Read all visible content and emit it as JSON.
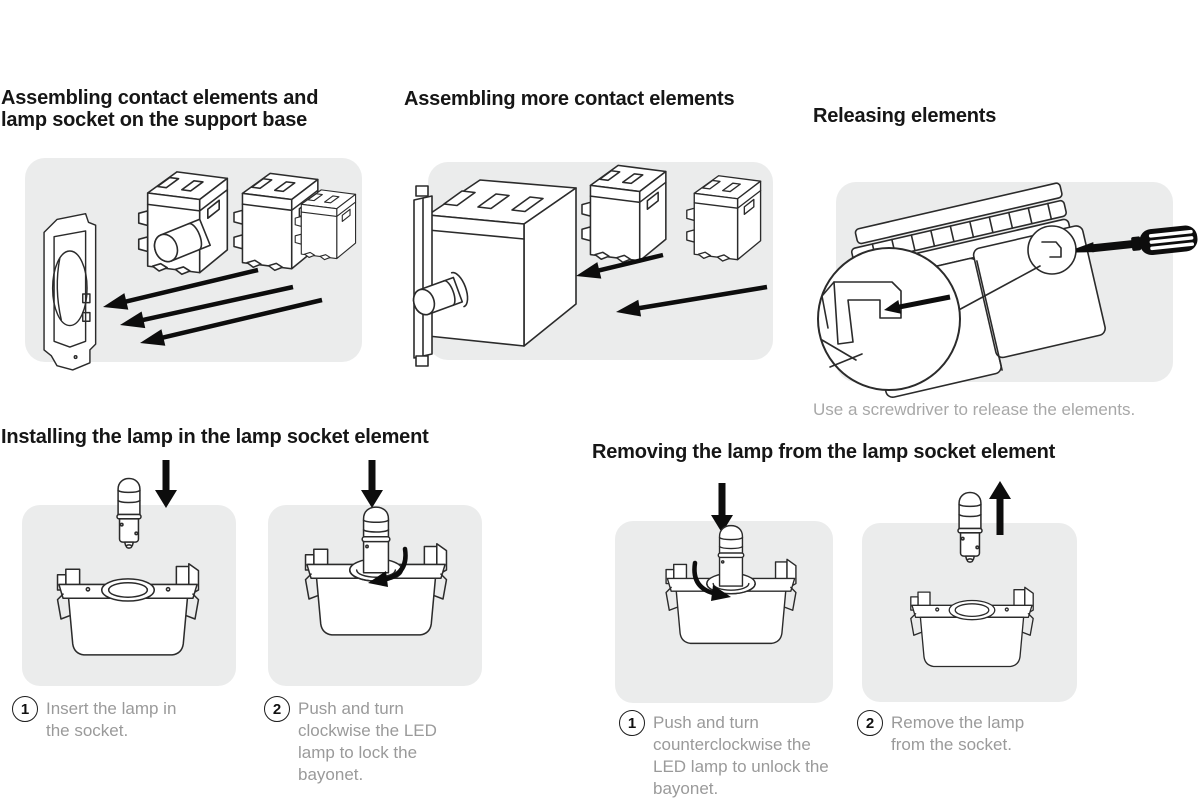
{
  "colors": {
    "panel_bg": "#ebecec",
    "line_art": "#2b2b2b",
    "heading_text": "#161616",
    "step_text": "#9a9a9a",
    "caption_text": "#a8a8a8",
    "arrow_black": "#0d0d0d"
  },
  "icons": {
    "down_arrow": "↓",
    "up_arrow": "↑",
    "assembly_arrow": "↙",
    "rotate_clockwise": "↻",
    "rotate_counterclockwise": "↺",
    "screwdriver": "screwdriver",
    "magnifier": "zoom-detail-circle"
  },
  "sections": {
    "assemble_support": {
      "title": "Assembling contact elements and lamp socket on the support base"
    },
    "assemble_more": {
      "title": "Assembling more contact elements"
    },
    "releasing": {
      "title": "Releasing elements",
      "caption": "Use a screwdriver to release the elements."
    },
    "installing": {
      "title": "Installing the lamp in the lamp socket element",
      "steps": [
        {
          "number": "1",
          "text": "Insert the lamp in the socket."
        },
        {
          "number": "2",
          "text": "Push and turn clockwise the LED lamp to lock the bayonet."
        }
      ]
    },
    "removing": {
      "title": "Removing the lamp from the lamp socket element",
      "steps": [
        {
          "number": "1",
          "text": "Push and turn counterclockwise the LED lamp to unlock the bayonet."
        },
        {
          "number": "2",
          "text": "Remove the lamp from the socket."
        }
      ]
    }
  }
}
